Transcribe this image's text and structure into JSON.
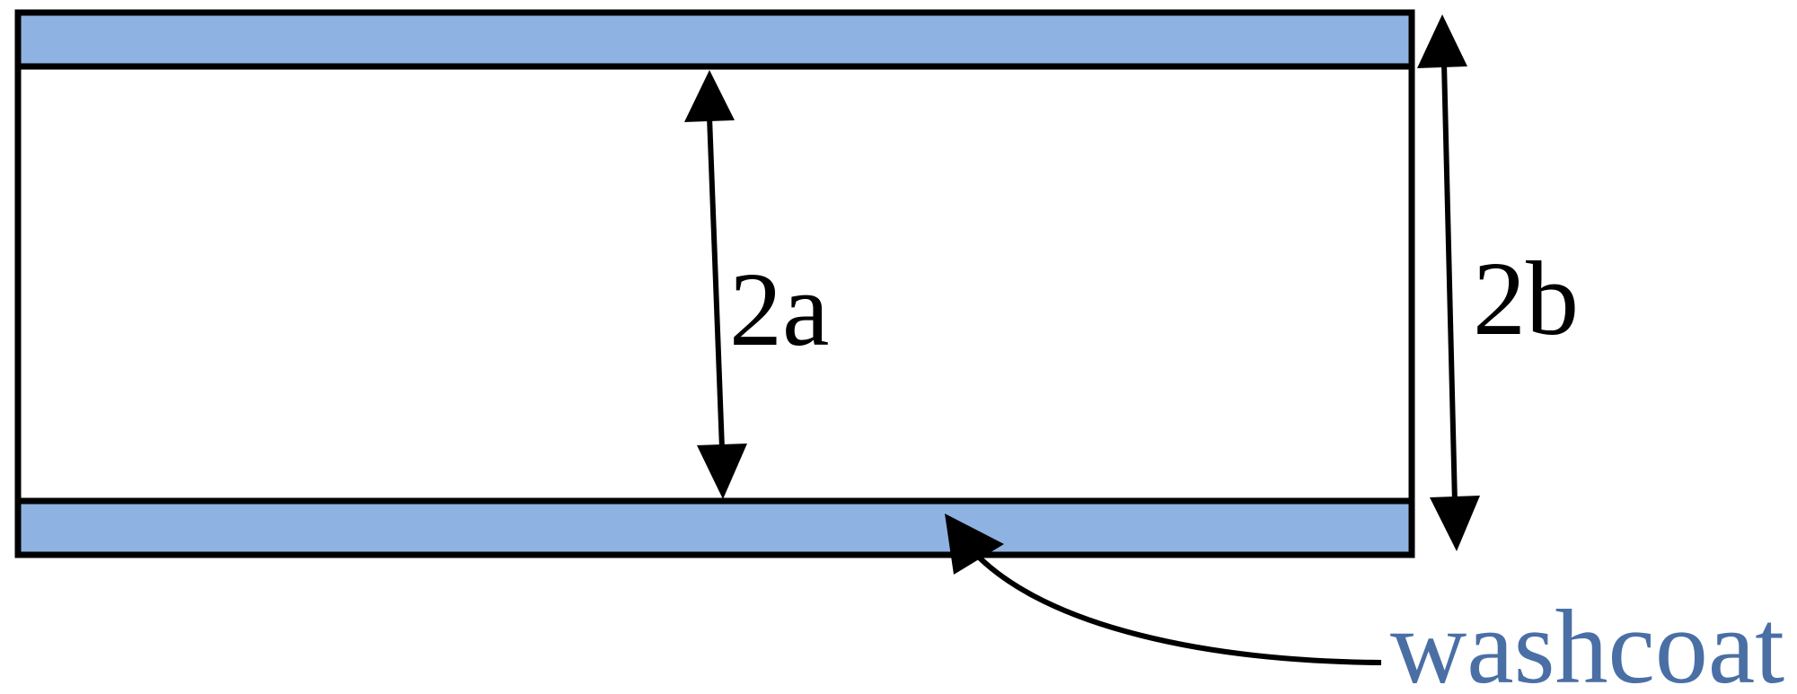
{
  "labels": {
    "inner_dimension": "2a",
    "outer_dimension": "2b",
    "washcoat": "washcoat"
  },
  "colors": {
    "washcoat_fill": "#8eb3e2",
    "stroke": "#000000",
    "washcoat_text": "#4a6fa5",
    "background": "#ffffff"
  }
}
